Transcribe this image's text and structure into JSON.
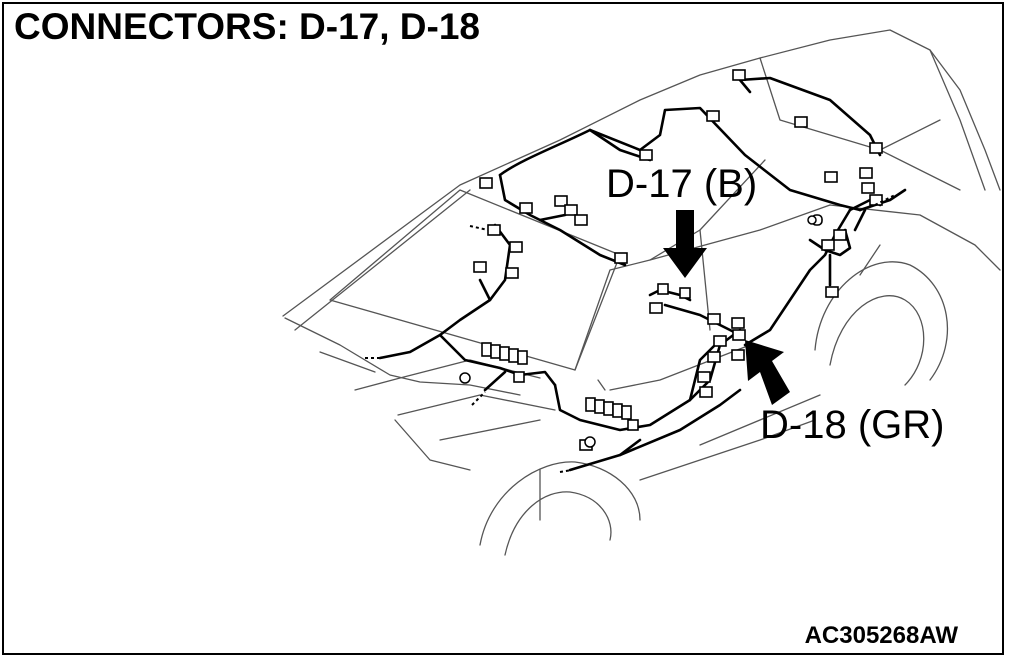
{
  "title": "CONNECTORS: D-17, D-18",
  "callouts": {
    "d17": "D-17 (B)",
    "d18": "D-18 (GR)"
  },
  "figure_code": "AC305268AW",
  "colors": {
    "line": "#000000",
    "outline": "#555555",
    "background": "#ffffff"
  }
}
